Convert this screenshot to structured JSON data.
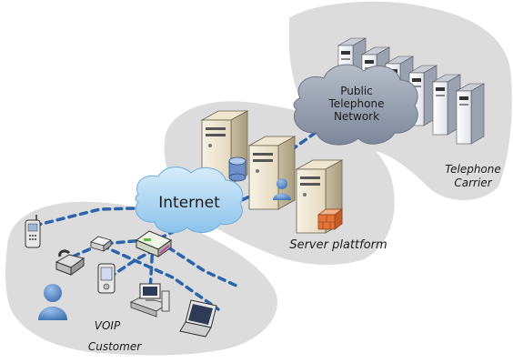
{
  "labels": {
    "internet": "Internet",
    "public_network_line1": "Public",
    "public_network_line2": "Telephone",
    "public_network_line3": "Network",
    "carrier_line1": "Telephone",
    "carrier_line2": "Carrier",
    "server_platform": "Server plattform",
    "customer_line1": "VOIP",
    "customer_line2": "Customer"
  },
  "colors": {
    "blob": "#dcdcdc",
    "link": "#2b63ad",
    "internet_cloud": "#a9d4f2",
    "phone_cloud": "#8d97a8",
    "server_body": "#f2ead8",
    "user_icon": "#4f7fbf"
  },
  "icons": [
    "server-icon",
    "database-icon",
    "user-icon",
    "firewall-icon",
    "mobile-phone-icon",
    "desk-phone-icon",
    "voip-adapter-icon",
    "router-icon",
    "pda-icon",
    "desktop-computer-icon",
    "laptop-icon"
  ]
}
